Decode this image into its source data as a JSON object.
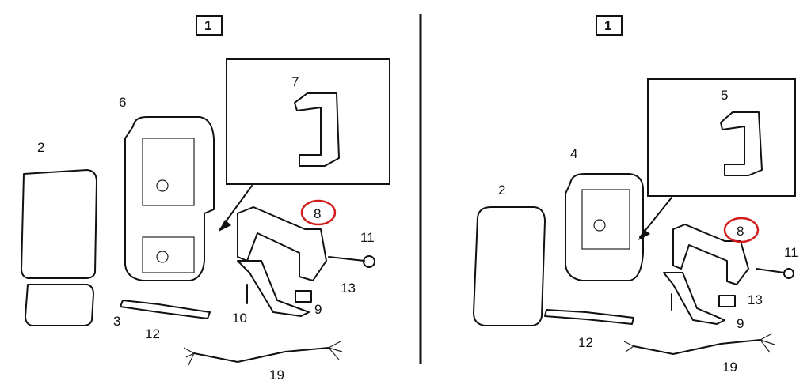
{
  "left_panel": {
    "section_label": "1",
    "callouts": {
      "c7": "7",
      "c6": "6",
      "c2": "2",
      "c3": "3",
      "c8": "8",
      "c11": "11",
      "c13": "13",
      "c9": "9",
      "c10": "10",
      "c12": "12",
      "c19": "19"
    },
    "highlighted_part": "8"
  },
  "right_panel": {
    "section_label": "1",
    "callouts": {
      "c5": "5",
      "c4": "4",
      "c2": "2",
      "c8": "8",
      "c11": "11",
      "c13": "13",
      "c9": "9",
      "c12": "12",
      "c19": "19"
    },
    "highlighted_part": "8"
  },
  "colors": {
    "highlight": "#d21c1c",
    "line": "#111111"
  }
}
